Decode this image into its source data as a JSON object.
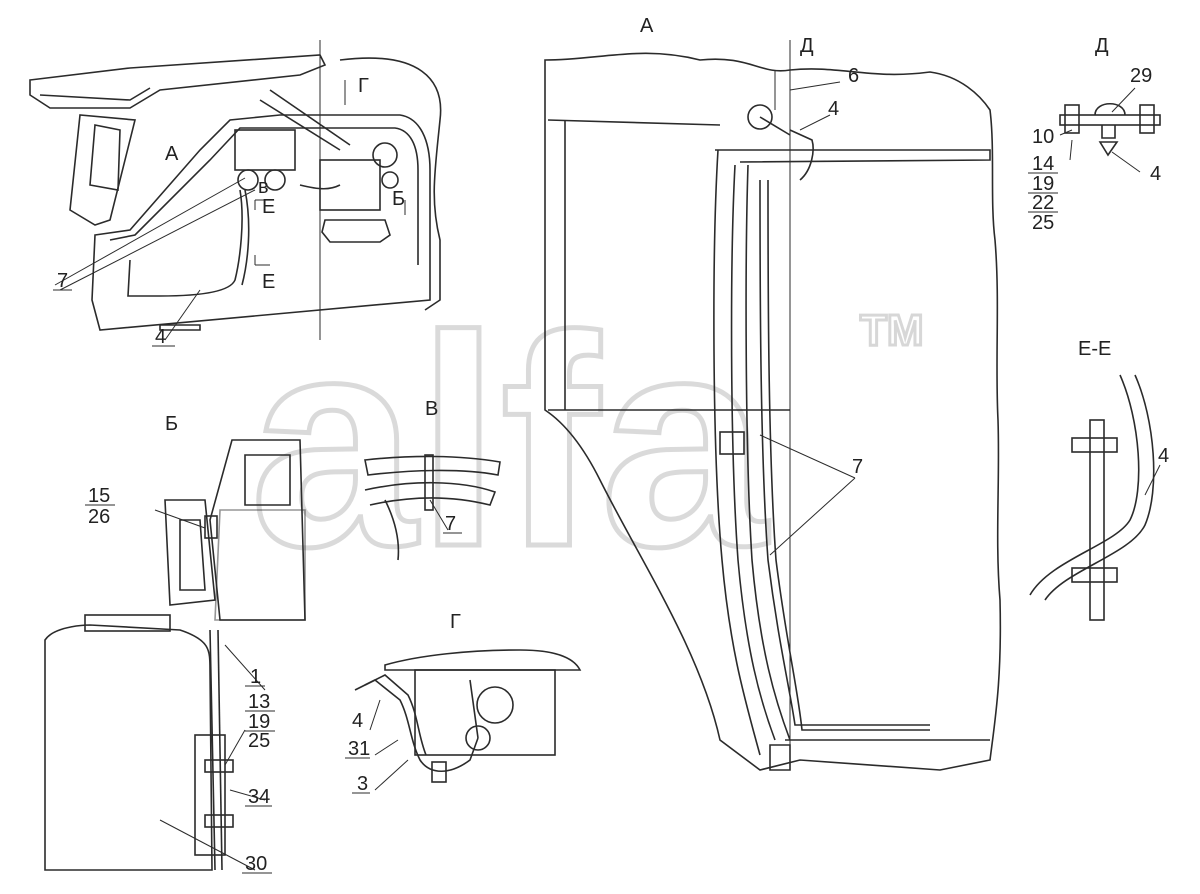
{
  "views": {
    "a_main": "A",
    "b_section": "Б",
    "v_section": "В",
    "g_section": "Г",
    "d_detail": "Д",
    "ee_section": "Е-Е",
    "e_cut_upper": "Е",
    "e_cut_lower": "Е",
    "a_arrow": "А",
    "b_arrow": "Б",
    "v_marker": "в",
    "g_arrow": "Г",
    "d_marker": "Д"
  },
  "callouts": {
    "c1": "1",
    "c3": "3",
    "c4_overview": "4",
    "c4_main": "4",
    "c4_ee": "4",
    "c4_g": "4",
    "c4_d": "4",
    "c6": "6",
    "c7_overview": "7",
    "c7_v": "7",
    "c7_main": "7",
    "c10": "10",
    "c13": "13",
    "c14": "14",
    "c15": "15",
    "c19_a": "19",
    "c19_b": "19",
    "c22": "22",
    "c25_a": "25",
    "c25_b": "25",
    "c26": "26",
    "c29": "29",
    "c30": "30",
    "c31": "31",
    "c34": "34"
  },
  "watermark": {
    "text": "alfa",
    "tm": "TM"
  }
}
